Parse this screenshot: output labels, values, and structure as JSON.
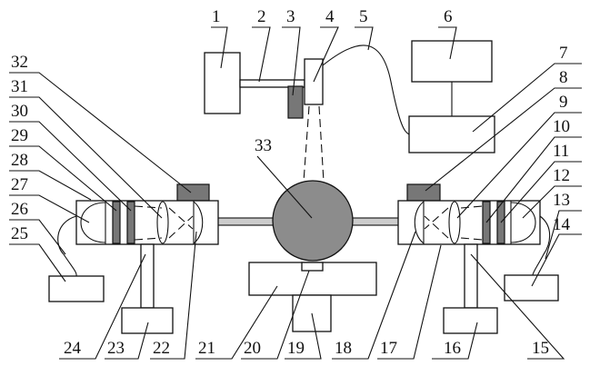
{
  "labels": [
    "1",
    "2",
    "3",
    "4",
    "5",
    "6",
    "7",
    "8",
    "9",
    "10",
    "11",
    "12",
    "13",
    "14",
    "15",
    "16",
    "17",
    "18",
    "19",
    "20",
    "21",
    "22",
    "23",
    "24",
    "25",
    "26",
    "27",
    "28",
    "29",
    "30",
    "31",
    "32",
    "33"
  ],
  "colors": {
    "dark_component": "#777777",
    "rod": "#cccccc",
    "sphere": "#8c8c8c"
  }
}
